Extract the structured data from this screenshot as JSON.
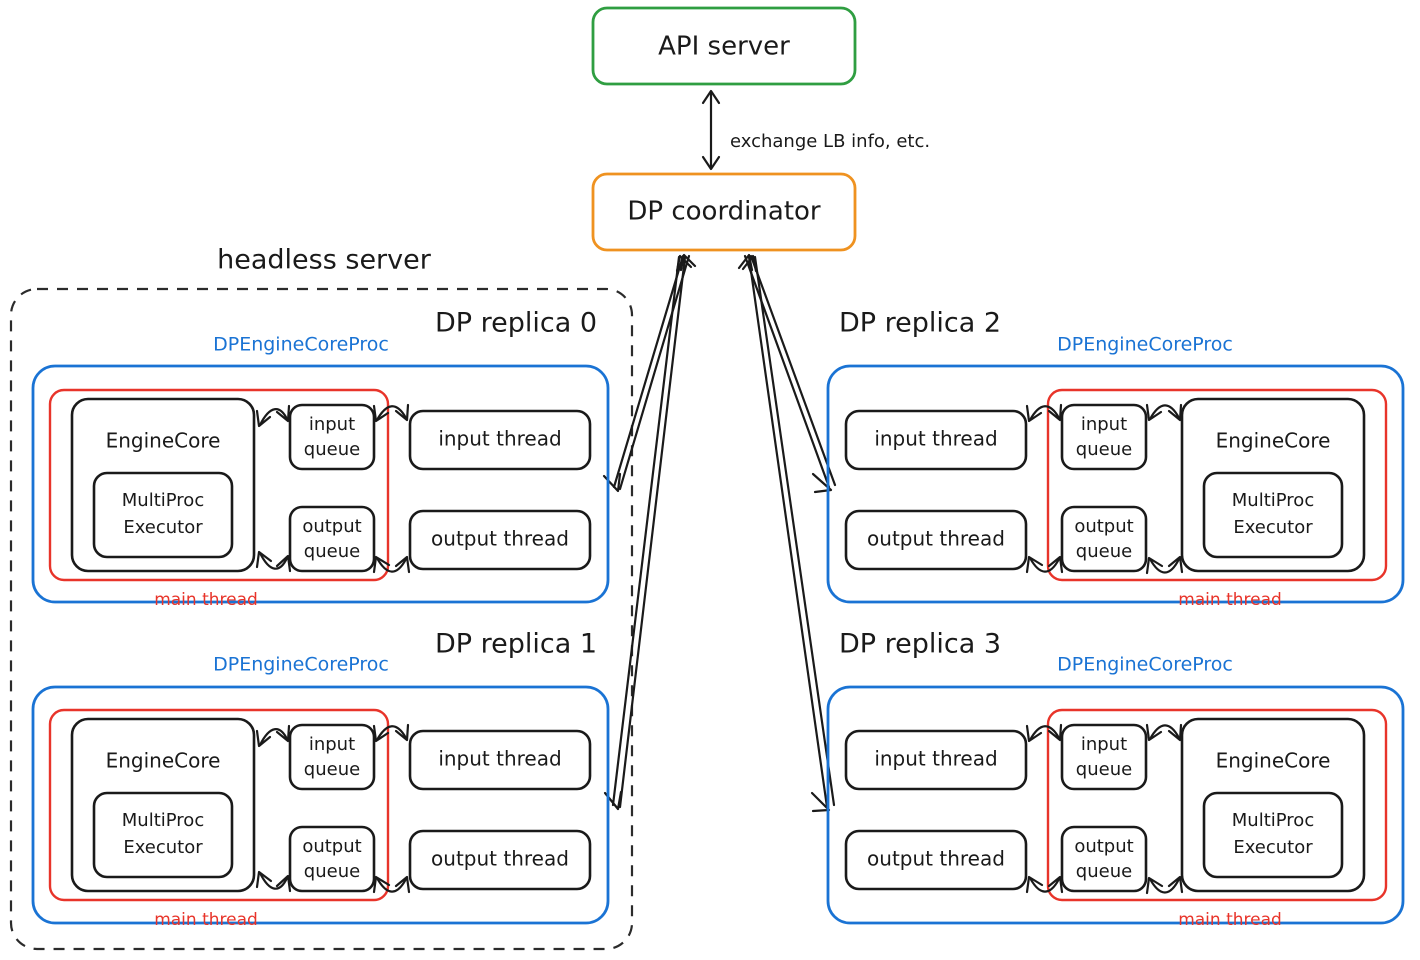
{
  "top": {
    "api_server": "API server",
    "dp_coordinator": "DP coordinator",
    "edge_label": "exchange LB info, etc."
  },
  "headless_label": "headless server",
  "node_labels": {
    "engine_core": "EngineCore",
    "multiproc_executor_line1": "MultiProc",
    "multiproc_executor_line2": "Executor",
    "input_queue_line1": "input",
    "input_queue_line2": "queue",
    "output_queue_line1": "output",
    "output_queue_line2": "queue",
    "input_thread": "input thread",
    "output_thread": "output thread",
    "proc_label": "DPEngineCoreProc",
    "main_thread_label": "main thread"
  },
  "replicas": [
    {
      "id": 0,
      "title": "DP replica 0",
      "orientation": "core-left",
      "in_headless": true
    },
    {
      "id": 1,
      "title": "DP replica 1",
      "orientation": "core-left",
      "in_headless": true
    },
    {
      "id": 2,
      "title": "DP replica 2",
      "orientation": "core-right",
      "in_headless": false
    },
    {
      "id": 3,
      "title": "DP replica 3",
      "orientation": "core-right",
      "in_headless": false
    }
  ],
  "colors": {
    "api_server_border": "#2f9e41",
    "coordinator_border": "#ef9220",
    "proc_border": "#1a73d4",
    "main_thread_border": "#e8342a",
    "node_border": "#1a1a1a",
    "headless_border": "#2b2b2b",
    "background": "#ffffff"
  }
}
